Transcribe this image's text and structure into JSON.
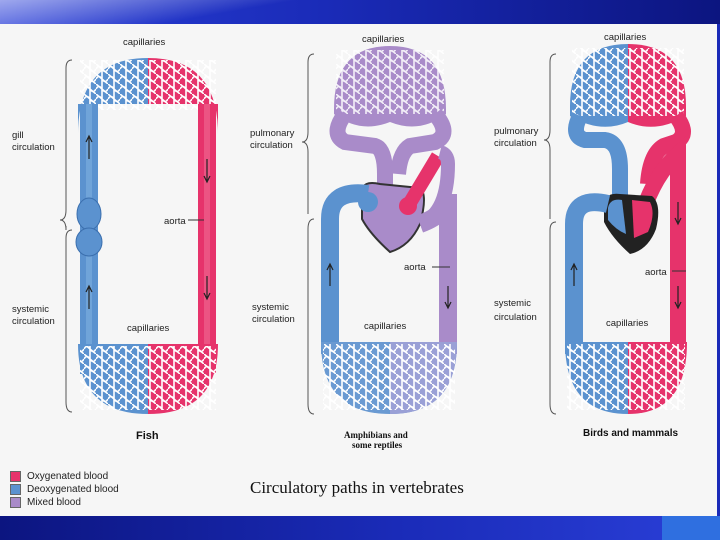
{
  "colors": {
    "oxygenated": "#e6336b",
    "deoxygenated": "#5b92cf",
    "mixed": "#a98bc9"
  },
  "fish": {
    "top": "capillaries",
    "gill": [
      "gill",
      "circulation"
    ],
    "aorta": "aorta",
    "systemic": [
      "systemic",
      "circulation"
    ],
    "bottom": "capillaries",
    "caption": "Fish"
  },
  "amphibian": {
    "top": "capillaries",
    "pulmonary": [
      "pulmonary",
      "circulation"
    ],
    "aorta": "aorta",
    "systemic": [
      "systemic",
      "circulation"
    ],
    "bottom": "capillaries",
    "caption1": "Amphibians and",
    "caption2": "some reptiles"
  },
  "bird": {
    "top": "capillaries",
    "pulmonary": [
      "pulmonary",
      "circulation"
    ],
    "aorta": "aorta",
    "systemic": [
      "systemic",
      "circulation"
    ],
    "bottom": "capillaries",
    "caption": "Birds and mammals"
  },
  "legend": {
    "oxygenated": "Oxygenated blood",
    "deoxygenated": "Deoxygenated blood",
    "mixed": "Mixed blood"
  },
  "title": "Circulatory paths in vertebrates"
}
